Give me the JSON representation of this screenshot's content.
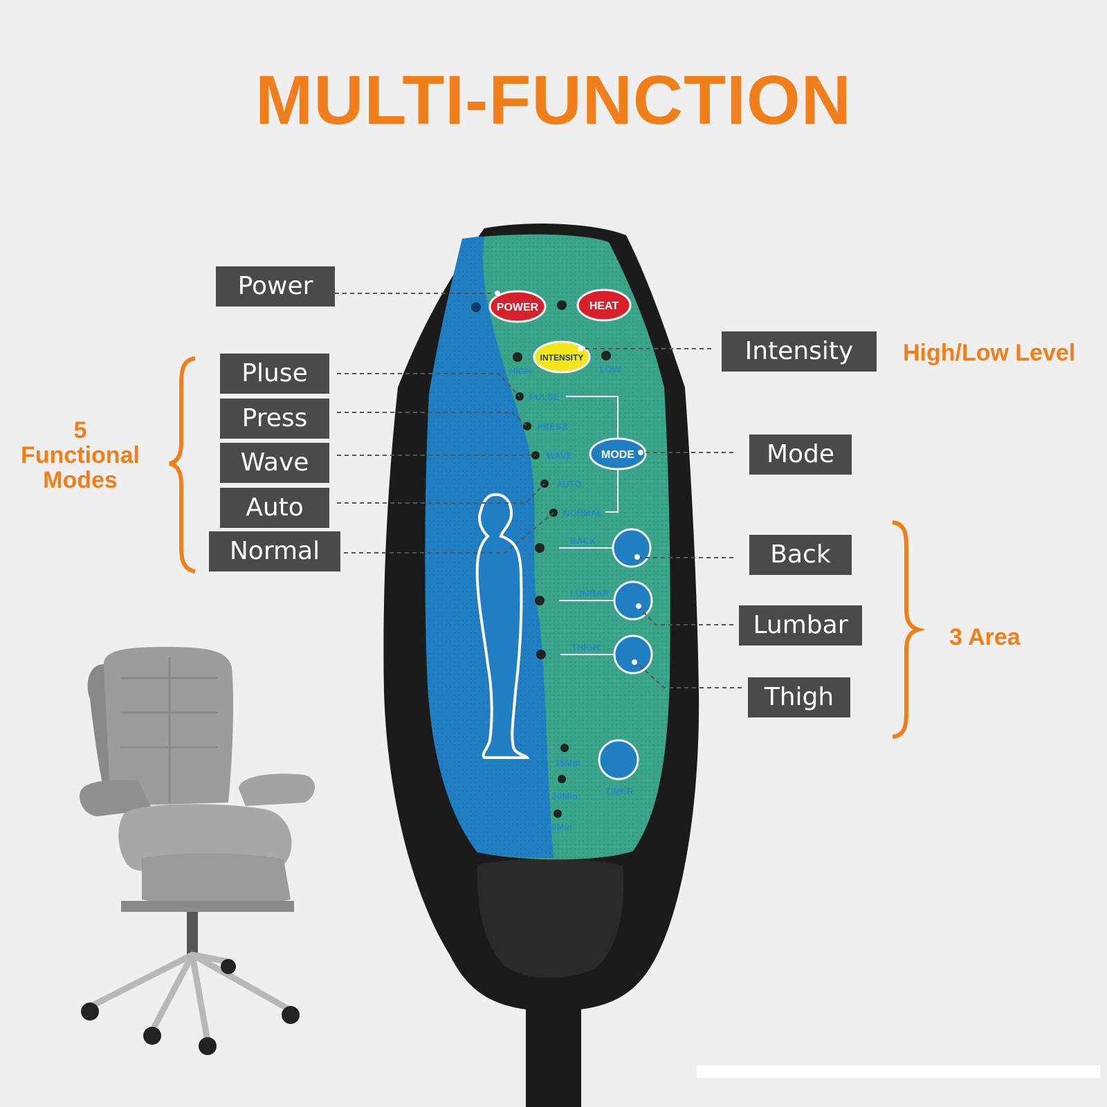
{
  "title": "MULTI-FUNCTION",
  "callouts": {
    "power": "Power",
    "pluse": "Pluse",
    "press": "Press",
    "wave": "Wave",
    "auto": "Auto",
    "normal": "Normal",
    "intensity": "Intensity",
    "mode": "Mode",
    "back": "Back",
    "lumbar": "Lumbar",
    "thigh": "Thigh"
  },
  "annotations": {
    "modes_group_line1": "5",
    "modes_group_line2": "Functional",
    "modes_group_line3": "Modes",
    "high_low": "High/Low Level",
    "area_group": "3 Area"
  },
  "remote": {
    "power_button": "POWER",
    "heat_button": "HEAT",
    "intensity_button": "INTENSITY",
    "high": "HIGH",
    "low": "LOW",
    "pulse": "PULSE",
    "press": "PRESS",
    "wave": "WAVE",
    "auto": "AUTO",
    "normal": "NORMAL",
    "mode_button": "MODE",
    "back": "BACK",
    "lumbar": "LUMBAR",
    "thigh": "THIGH",
    "t15": "15Min",
    "t30": "30Min",
    "t60": "60Min",
    "timer": "TIMER"
  },
  "colors": {
    "accent": "#f07f1b",
    "label_bg": "#4a4a4a",
    "panel_green": "#3aa58a",
    "panel_blue": "#1f7fc2"
  }
}
